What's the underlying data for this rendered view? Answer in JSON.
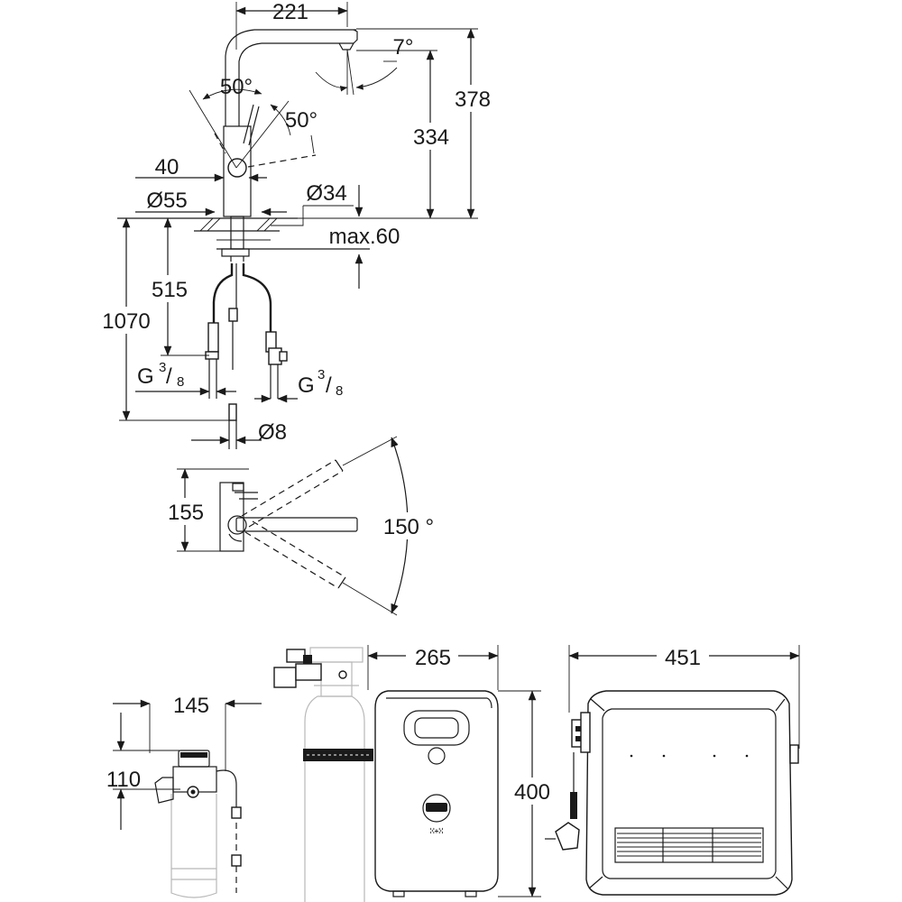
{
  "dimensions": {
    "spout_reach": "221",
    "spout_tilt": "7°",
    "lever_angle_top": "50°",
    "lever_angle_side": "50°",
    "overall_height": "378",
    "outlet_height": "334",
    "lever_offset": "40",
    "base_diameter": "Ø55",
    "hole_diameter": "Ø34",
    "max_thickness": "max.60",
    "connection_length": "515",
    "hose_length": "1070",
    "thread_left": "G",
    "thread_right": "G",
    "thread_num": "3",
    "thread_den": "8",
    "pipe_diameter": "Ø8",
    "plan_depth": "155",
    "swivel_angle": "150 °",
    "filter_width": "145",
    "filter_height": "110",
    "boiler_depth": "265",
    "boiler_height": "400",
    "boiler_width": "451"
  },
  "labels": {
    "boiler_switch_text": "ꔘ+ꔘ"
  }
}
